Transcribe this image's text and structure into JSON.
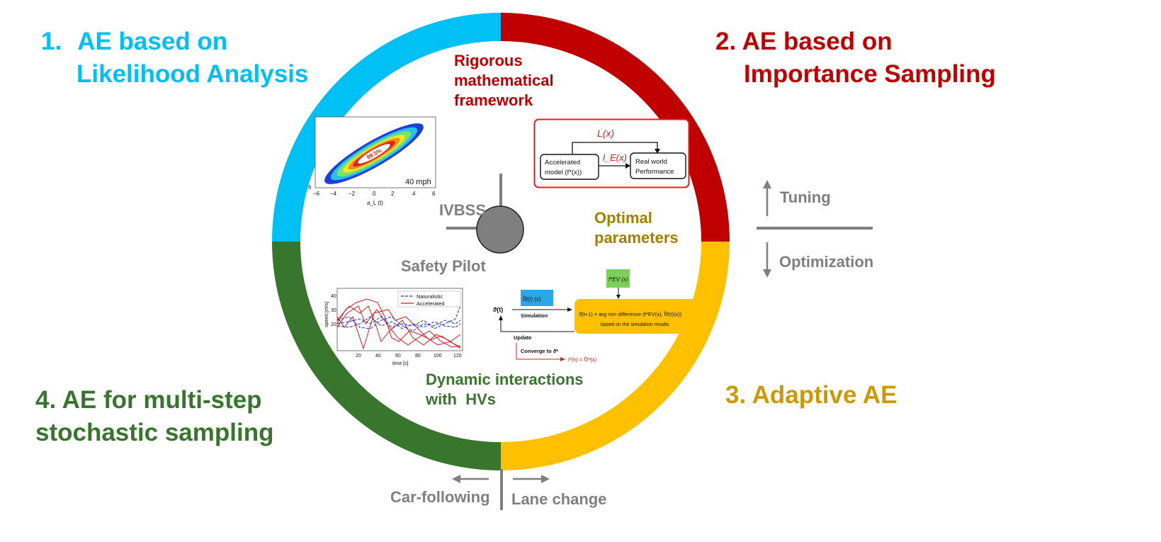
{
  "colors": {
    "blue": "#00bff3",
    "red": "#c00000",
    "yellow": "#ffc000",
    "green": "#38762e",
    "gray": "#7f7f7f",
    "olive": "#a58000",
    "dark_yellow": "#cc9a06"
  },
  "quadrants": {
    "q1": {
      "number": "1.",
      "line1": "AE based on",
      "line2": "Likelihood Analysis"
    },
    "q2": {
      "line1": "2. AE based on",
      "line2": "Importance Sampling"
    },
    "q3": {
      "line1": "3. Adaptive AE"
    },
    "q4": {
      "line1": "4. AE for multi-step",
      "line2": "stochastic sampling"
    }
  },
  "inner": {
    "rigorous": [
      "Rigorous",
      "mathematical",
      "framework"
    ],
    "optimal": [
      "Optimal",
      "parameters"
    ],
    "dynamic": [
      "Dynamic interactions",
      "with  HVs"
    ],
    "ivbss": "IVBSS",
    "safety_pilot": "Safety Pilot"
  },
  "side": {
    "tuning": "Tuning",
    "optimization": "Optimization"
  },
  "bottom": {
    "car_following": "Car-following",
    "lane_change": "Lane change"
  },
  "ellipse_plot": {
    "percent": "99.5%",
    "speed": "40 mph",
    "x_ticks": [
      "−6",
      "−4",
      "−2",
      "0",
      "2",
      "4",
      "6"
    ],
    "y_tick": "6",
    "xlabel": "a_L (t)"
  },
  "is_box": {
    "lx": "L(x)",
    "le": "l_E(x)",
    "accel_line1": "Accelerated",
    "accel_line2": "model (f*(x))",
    "real_line1": "Real world",
    "real_line2": "Performance"
  },
  "adaptive": {
    "theta_t": "ϑ(t)",
    "f_theta": "f̃ϑ(t) (x)",
    "simulation": "Simulation",
    "update": "Update",
    "converge": "Converge to ϑ*",
    "f_ev": "f*EV (x)",
    "argmin": "ϑ(t+1) = arg min difference (f*EV(x), f̃ϑ(t)(x))",
    "based_on": "based on the simulation results",
    "final": "f*(x) = f̃ϑ*(x)"
  },
  "speed_plot": {
    "legend_naturalistic": "Naturalistic",
    "legend_accelerated": "Accelerated",
    "y_ticks": [
      "40",
      "30",
      "20"
    ],
    "x_ticks": [
      "20",
      "40",
      "60",
      "80",
      "100",
      "120"
    ],
    "xlabel": "time [s]",
    "ylabel": "speed [m/s]"
  }
}
